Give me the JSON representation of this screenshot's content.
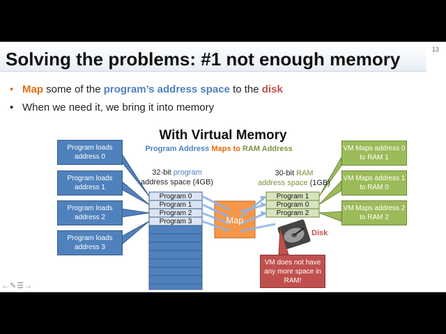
{
  "slide": {
    "title": "Solving the problems: #1 not enough memory",
    "number": "13",
    "bullets": {
      "b1": {
        "w1": "Map",
        "t1": " some of the ",
        "w2": "program’s address space",
        "t2": " to the ",
        "w3": "disk"
      },
      "b2": "When we need it, we bring it into memory"
    }
  },
  "diagram": {
    "title": "With Virtual Memory",
    "subtitle": {
      "a": "Program Address",
      "b": "Maps to",
      "c": "RAM Address"
    },
    "left_callouts": [
      "Program loads address 0",
      "Program loads address 1",
      "Program loads address 2",
      "Program loads address 3"
    ],
    "right_callouts": [
      "VM Maps address 0 to RAM 1",
      "VM Maps address 1 to RAM 0",
      "VM Maps address 2 to RAM 2"
    ],
    "program_label": {
      "prefix": "32-bit ",
      "colored": "program",
      "line2": "address space (4GB)"
    },
    "ram_label": {
      "prefix": "30-bit ",
      "colored": "RAM",
      "line2a": "address space",
      "line2b": " (1GB)"
    },
    "program_cells": [
      "Program 0",
      "Program 1",
      "Program 2",
      "Program 3"
    ],
    "ram_cells": [
      "Program 1",
      "Program 0",
      "Program 2"
    ],
    "map_label": "Map",
    "disk_label": "Disk",
    "disk_callout": "VM does not have any more space in RAM!",
    "colors": {
      "blue": "#4f81bd",
      "green": "#9bbb59",
      "orange": "#f79646",
      "red": "#c0504d"
    }
  },
  "toolbar": {
    "icons": [
      "back-arrow-icon",
      "pen-icon",
      "menu-icon",
      "forward-arrow-icon"
    ]
  }
}
